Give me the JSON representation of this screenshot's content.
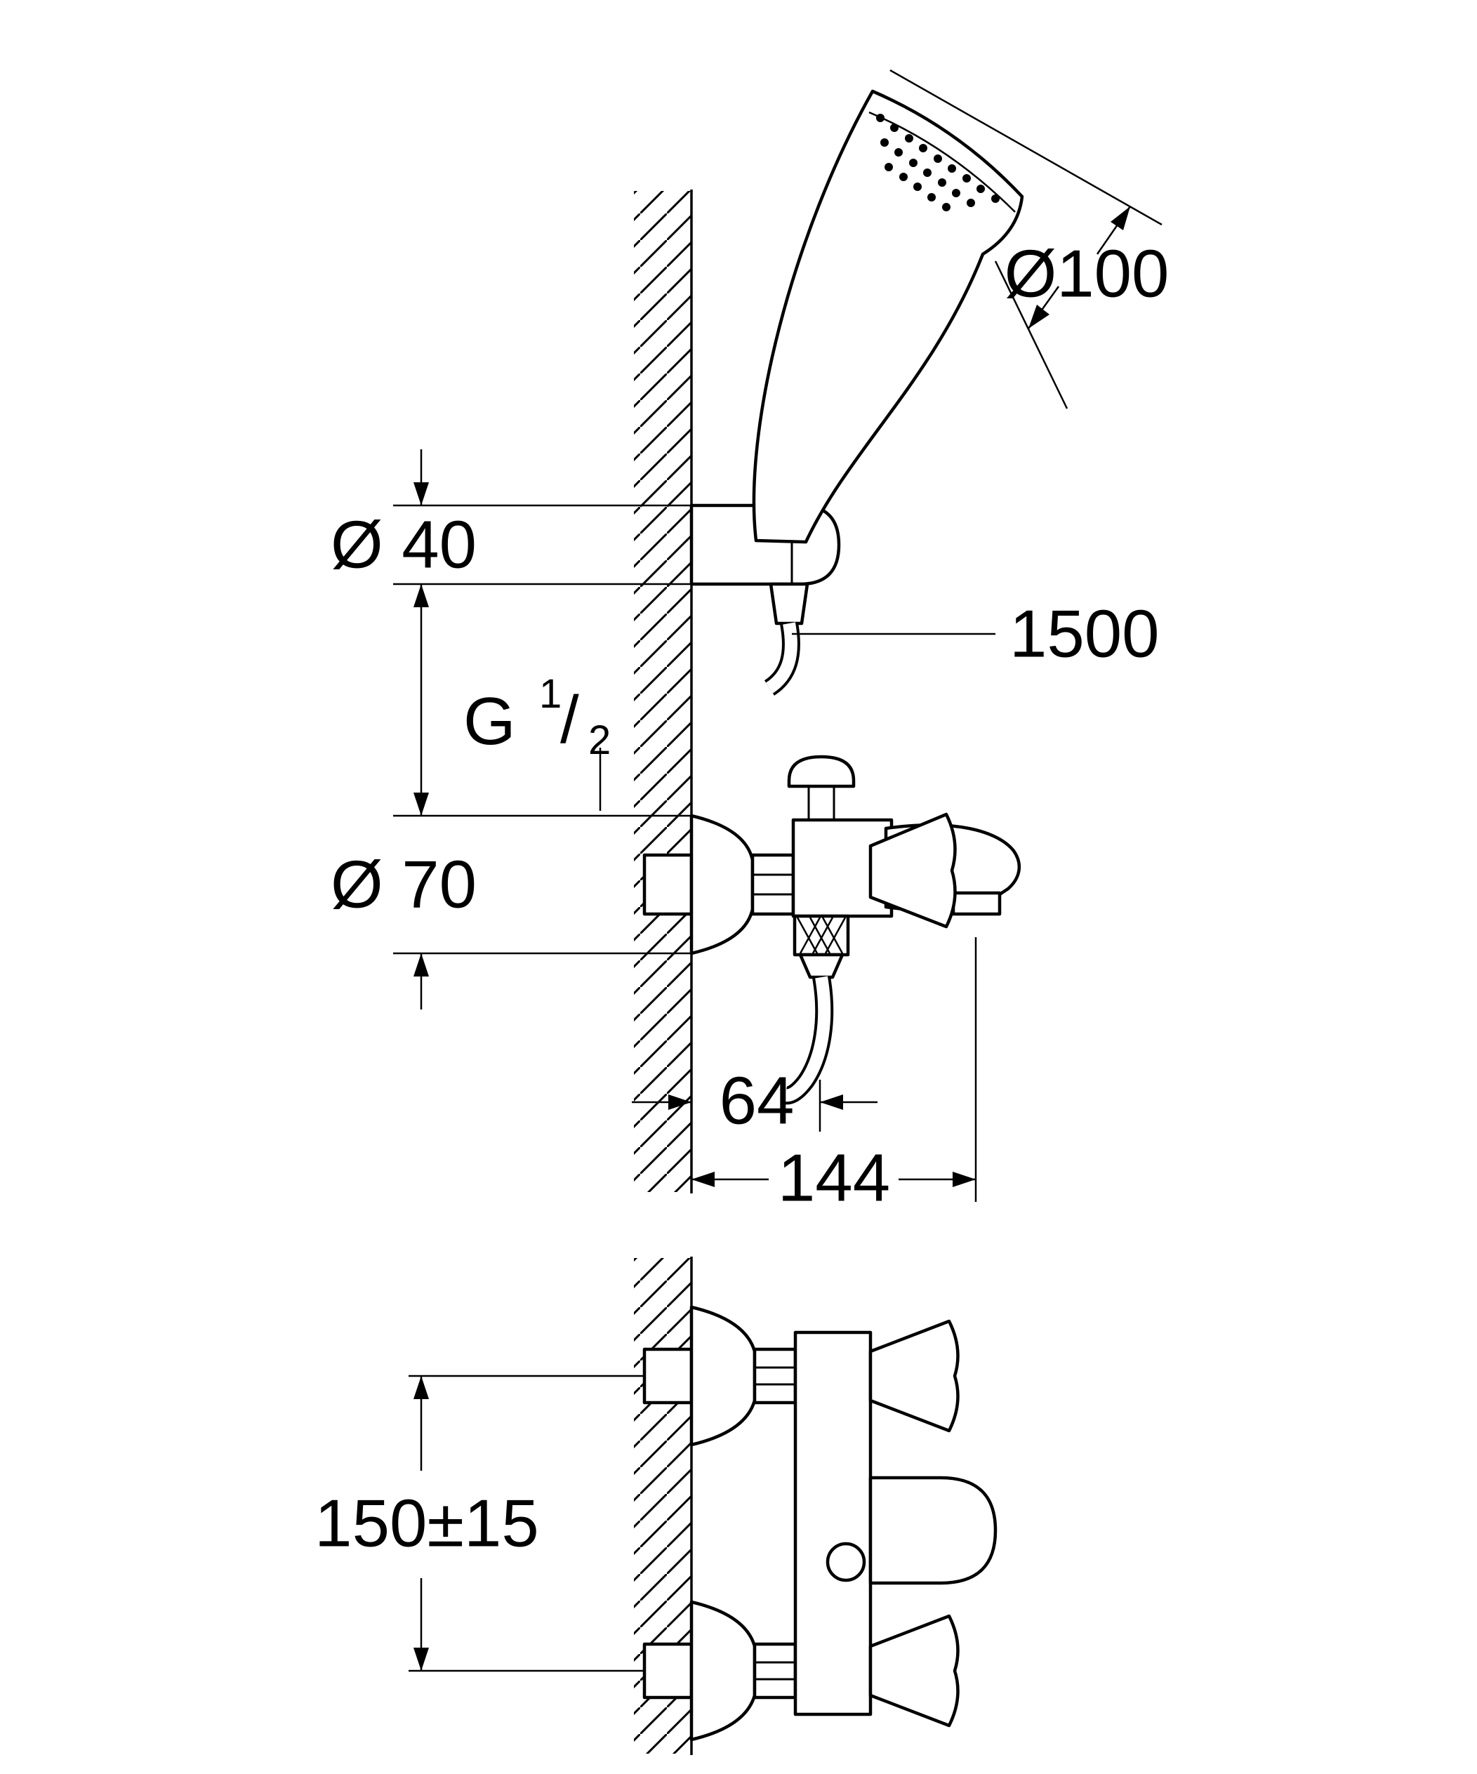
{
  "drawing": {
    "background": "#ffffff",
    "line_color": "#000000",
    "labels": {
      "head_diameter": "Ø100",
      "holder_diameter": "Ø 40",
      "hose_length": "1500",
      "escutcheon_diameter": "Ø 70",
      "thread_g": "G",
      "thread_numerator": "1",
      "thread_slash": "/",
      "thread_denominator": "2",
      "spout_center_offset": "64",
      "spout_reach": "144",
      "inlet_spacing": "150±15"
    }
  }
}
